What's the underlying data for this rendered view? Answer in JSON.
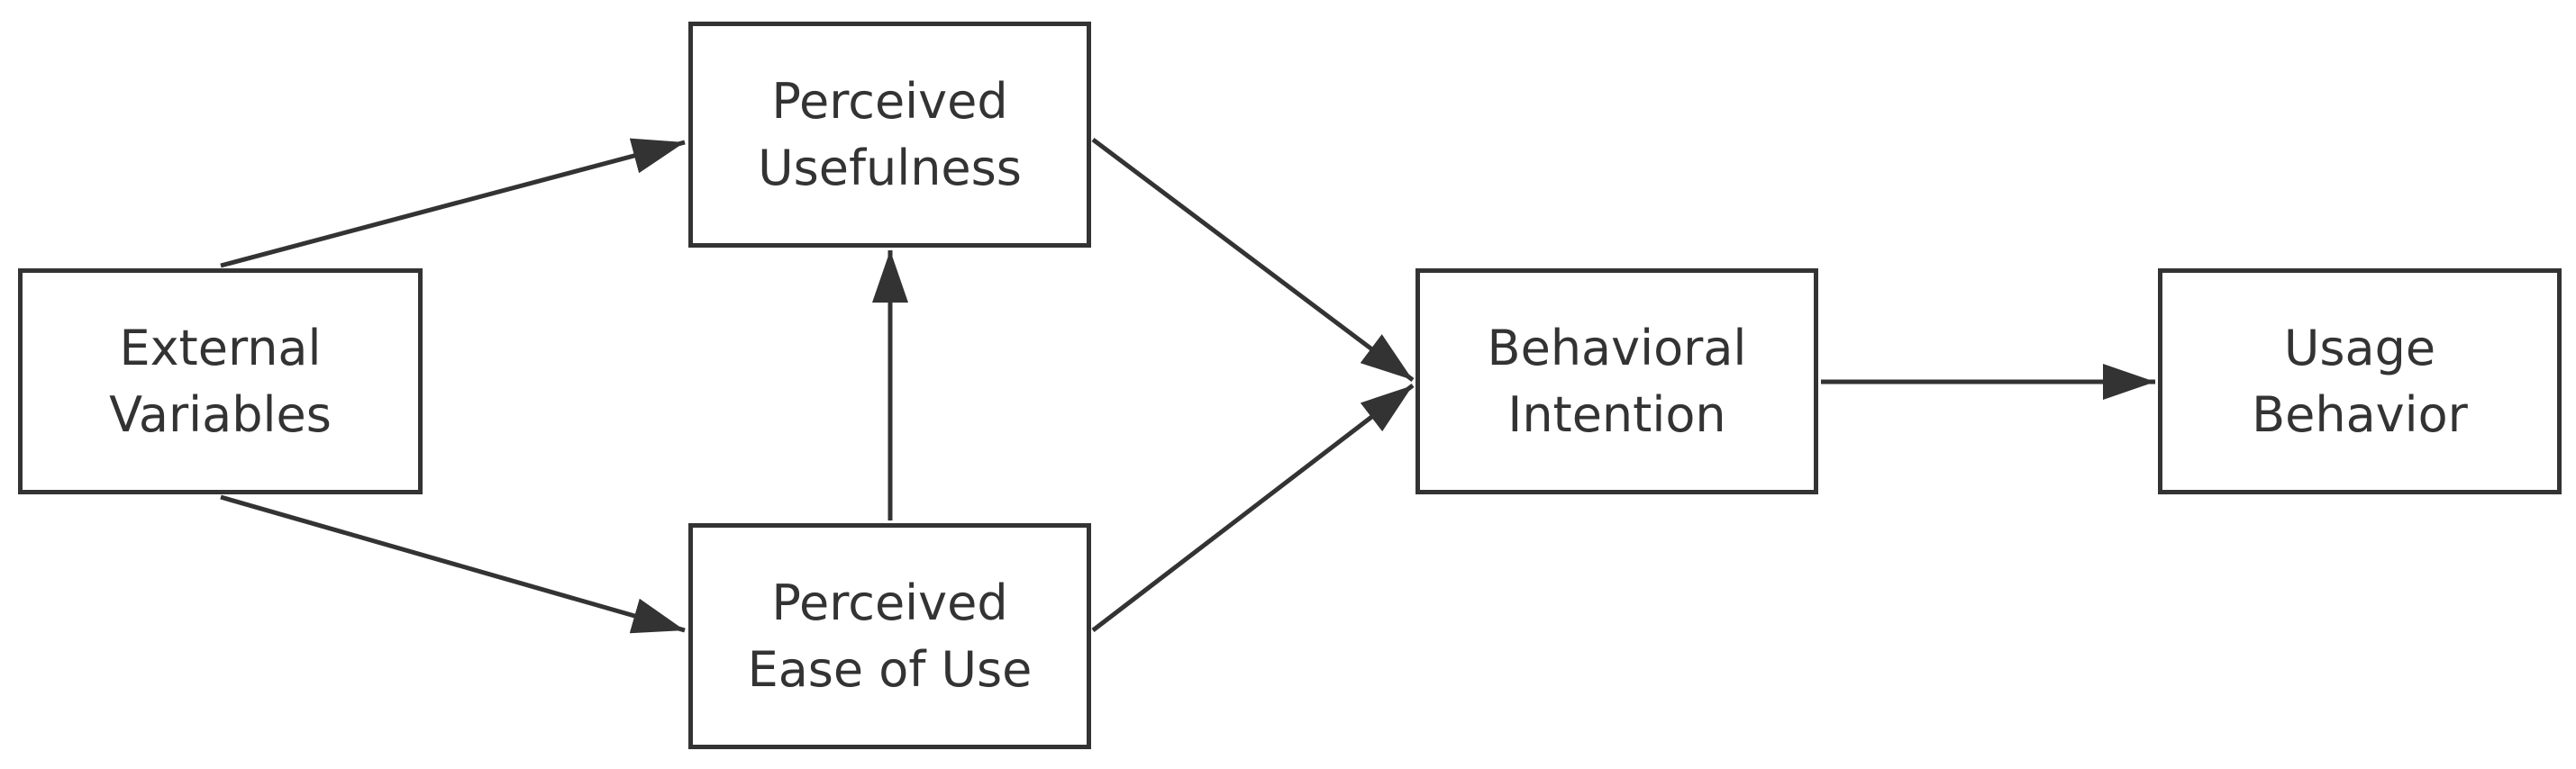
{
  "diagram": {
    "line_color": "#333333",
    "background": "#ffffff",
    "nodes": {
      "external_variables": {
        "line1": "External",
        "line2": "Variables"
      },
      "perceived_usefulness": {
        "line1": "Perceived",
        "line2": "Usefulness"
      },
      "perceived_ease_of_use": {
        "line1": "Perceived",
        "line2": "Ease of Use"
      },
      "behavioral_intention": {
        "line1": "Behavioral",
        "line2": "Intention"
      },
      "usage_behavior": {
        "line1": "Usage",
        "line2": "Behavior"
      }
    },
    "edges": [
      {
        "from": "External Variables",
        "to": "Perceived Usefulness"
      },
      {
        "from": "External Variables",
        "to": "Perceived Ease of Use"
      },
      {
        "from": "Perceived Ease of Use",
        "to": "Perceived Usefulness"
      },
      {
        "from": "Perceived Usefulness",
        "to": "Behavioral Intention"
      },
      {
        "from": "Perceived Ease of Use",
        "to": "Behavioral Intention"
      },
      {
        "from": "Behavioral Intention",
        "to": "Usage Behavior"
      }
    ]
  }
}
